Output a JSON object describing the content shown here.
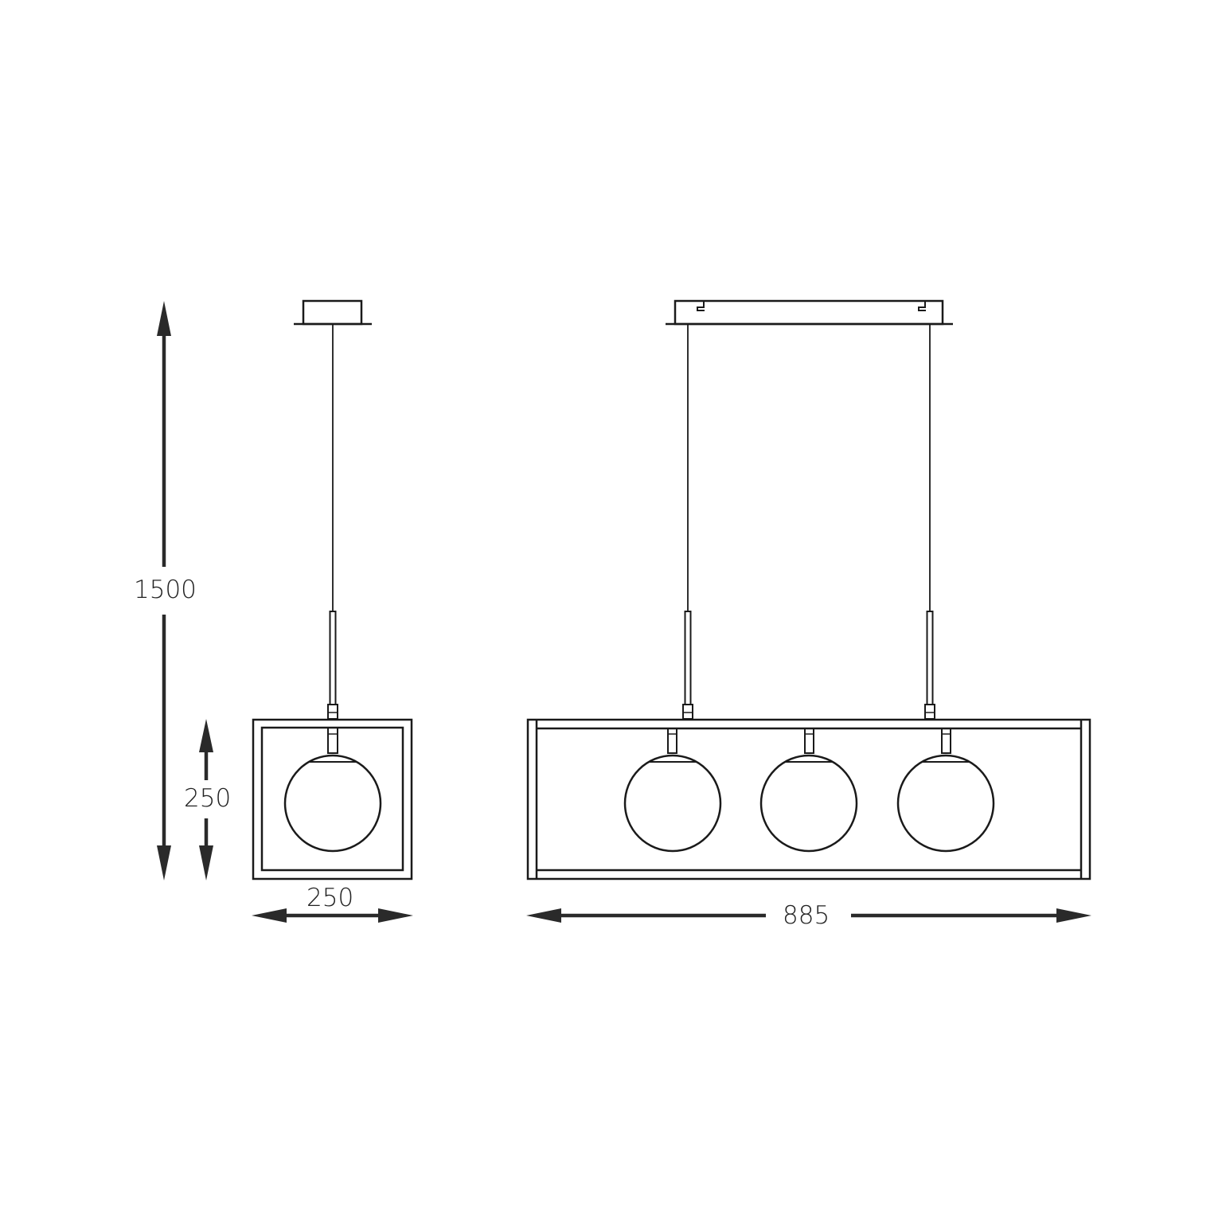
{
  "colors": {
    "line": "#1a1a1a",
    "arrow": "#2a2a2a",
    "text": "#222222",
    "background": "#ffffff"
  },
  "dimensions": {
    "overall_height": "1500",
    "shade_height": "250",
    "shade_width_side": "250",
    "overall_length": "885"
  },
  "views": {
    "side_view": {
      "globes": 1,
      "suspension_cables": 1
    },
    "front_view": {
      "globes": 3,
      "suspension_cables": 2
    }
  }
}
